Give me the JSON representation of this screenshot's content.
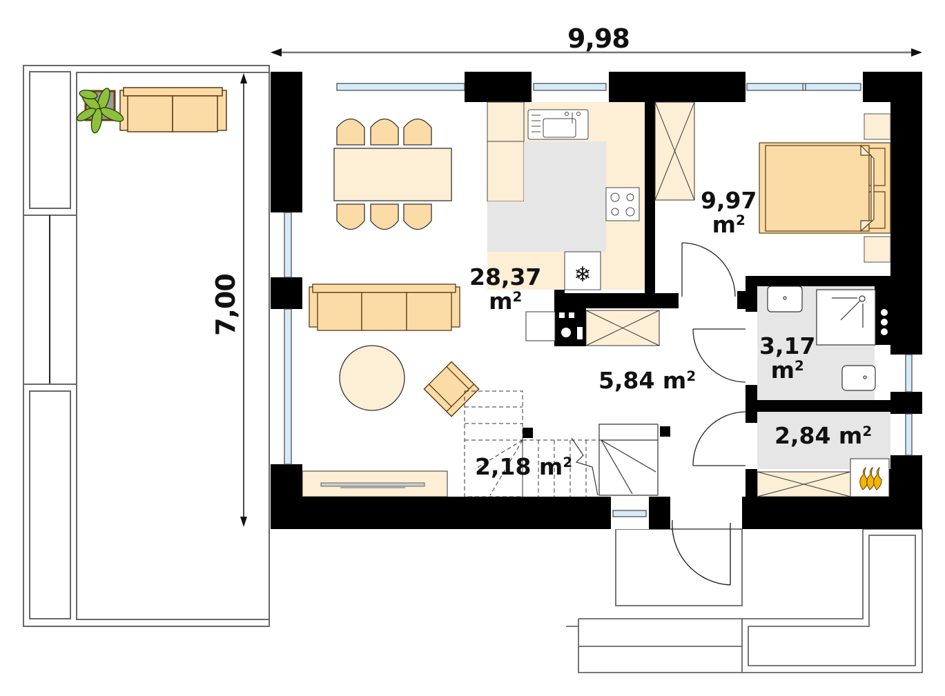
{
  "dimensions": {
    "width": "9,98",
    "height": "7,00"
  },
  "rooms": [
    {
      "id": "living-kitchen",
      "area": "28,37",
      "unit": "m",
      "sup": "2"
    },
    {
      "id": "bedroom",
      "area": "9,97",
      "unit": "m",
      "sup": "2"
    },
    {
      "id": "hallway",
      "area": "5,84",
      "unit": "m",
      "sup": "2"
    },
    {
      "id": "bathroom",
      "area": "3,17",
      "unit": "m",
      "sup": "2"
    },
    {
      "id": "boiler-room",
      "area": "2,84",
      "unit": "m",
      "sup": "2"
    },
    {
      "id": "stair-storage",
      "area": "2,18",
      "unit": "m",
      "sup": "2"
    }
  ],
  "colors": {
    "wall": "#000000",
    "furniture": "#fbdba6",
    "cabinet": "#fdeed6",
    "wet_floor": "#e6e6e6",
    "window_glass": "#d6ebfa",
    "plant_leaf": "#8fbf3c",
    "flame": "#f4b400"
  },
  "icons": [
    "snowflake-icon",
    "flame-icon",
    "plant-icon",
    "sink-icon",
    "stove-icon",
    "shower-icon",
    "toilet-icon",
    "washbasin-icon",
    "bed-icon",
    "sofa-icon",
    "armchair-icon",
    "dining-table-icon"
  ]
}
